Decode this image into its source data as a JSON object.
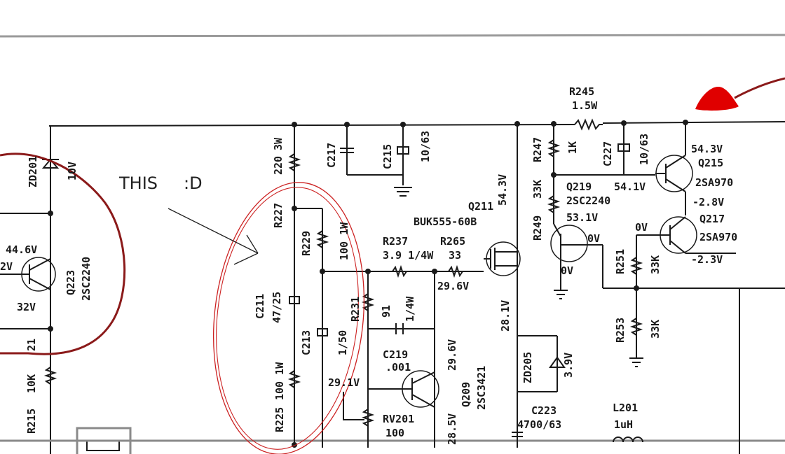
{
  "annotation": {
    "text1": "THIS",
    "text2": ":D",
    "ellipse_color": "#cc2222",
    "brush_color": "#e00000",
    "trace_color": "#8b1a1a"
  },
  "labels": {
    "r245": "R245",
    "r245v": "1.5W",
    "r220": "220",
    "r220v": "3W",
    "c217": "C217",
    "c215": "C215",
    "c215v": "10/63",
    "r247": "R247",
    "r247v": "1K",
    "c227": "C227",
    "c227v": "10/63",
    "q215v": "54.3V",
    "q215": "Q215",
    "q215t": "2SA970",
    "v541": "54.1V",
    "q219": "Q219",
    "q219t": "2SC2240",
    "v531": "53.1V",
    "v28": "-2.8V",
    "q217": "Q217",
    "q217t": "2SA970",
    "v0a": "0V",
    "v0b": "0V",
    "v23": "-2.3V",
    "r249": "R249",
    "r249v": "33K",
    "r251": "R251",
    "r251v": "33K",
    "r253": "R253",
    "r253v": "33K",
    "v0c": "0V",
    "q211": "Q211",
    "q211v": "54.3V",
    "q211t": "BUK555-60B",
    "r237": "R237",
    "r237v": "3.9 1/4W",
    "r265": "R265",
    "r265v": "33",
    "v296": "29.6V",
    "v281": "28.1V",
    "r227": "R227",
    "r229": "R229",
    "r229v": "100 1W",
    "r231": "R231",
    "r231v": "91",
    "r231w": "1/4W",
    "c211": "C211",
    "c211v": "47/25",
    "c213": "C213",
    "c213v": "1/50",
    "r225": "R225",
    "r225v": "100 1W",
    "c219": "C219",
    "c219v": ".001",
    "v296b": "29.6V",
    "q209": "Q209",
    "q209t": "2SC3421",
    "v291": "29.1V",
    "rv201": "RV201",
    "rv201v": "100",
    "v285": "28.5V",
    "zd205": "ZD205",
    "zd205v": "3.9V",
    "c223": "C223",
    "c223v": "4700/63",
    "l201": "L201",
    "l201v": "1uH",
    "zd201": "ZD201",
    "zd201v": "10V",
    "v446": "44.6V",
    "v2": "2V",
    "v32": "32V",
    "q223": "Q223",
    "q223t": "2SC2240",
    "v21": "21",
    "r215": "R215",
    "r215v": "10K"
  }
}
